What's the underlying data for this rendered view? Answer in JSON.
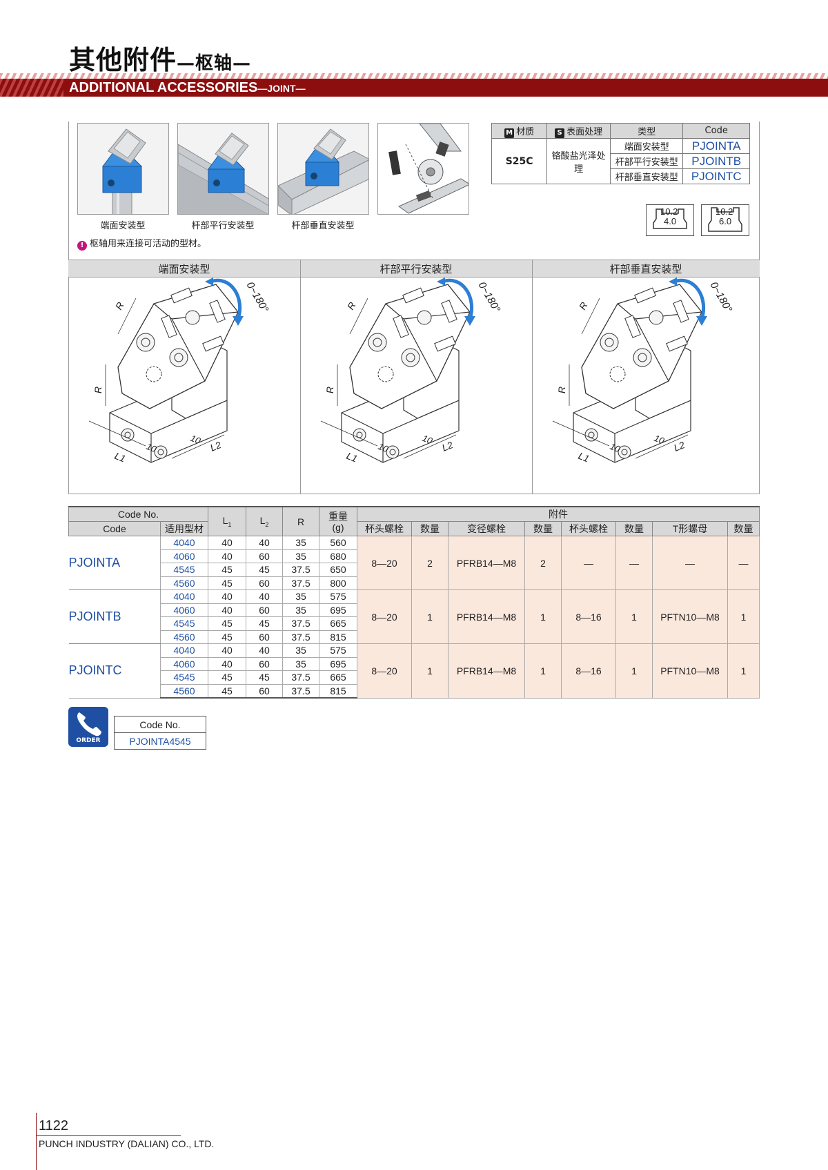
{
  "header": {
    "title_cn": "其他附件",
    "title_cn_sub": "—枢轴—",
    "title_en": "ADDITIONAL ACCESSORIES",
    "title_en_sub": "—JOINT—"
  },
  "photos": [
    {
      "caption": "端面安装型"
    },
    {
      "caption": "杆部平行安装型"
    },
    {
      "caption": "杆部垂直安装型"
    },
    {
      "caption": ""
    }
  ],
  "note": "枢轴用来连接可活动的型材。",
  "note_icon": "!",
  "spec": {
    "h_material": "材质",
    "h_material_badge": "M",
    "h_surface": "表面处理",
    "h_surface_badge": "S",
    "h_type": "类型",
    "h_code": "Code",
    "material": "S25C",
    "surface": "铬酸盐光泽处理",
    "rows": [
      {
        "type": "端面安装型",
        "code": "PJOINTA"
      },
      {
        "type": "杆部平行安装型",
        "code": "PJOINTB"
      },
      {
        "type": "杆部垂直安装型",
        "code": "PJOINTC"
      }
    ]
  },
  "slots": [
    {
      "top": "10.2",
      "bottom": "4.0"
    },
    {
      "top": "10.2",
      "bottom": "6.0"
    }
  ],
  "diagrams": {
    "headers": [
      "端面安装型",
      "杆部平行安装型",
      "杆部垂直安装型"
    ],
    "rotation_label": "0~180°",
    "dim_R": "R",
    "dim_L1": "L1",
    "dim_L2": "L2",
    "dim_10": "10"
  },
  "table": {
    "h_codeno": "Code No.",
    "h_code": "Code",
    "h_profile": "适用型材",
    "h_l1": "L1",
    "h_l2": "L2",
    "h_r": "R",
    "h_weight": "重量",
    "h_weight_unit": "(g)",
    "h_accessories": "附件",
    "h_acc": [
      "杯头螺栓",
      "数量",
      "变径螺栓",
      "数量",
      "杯头螺栓",
      "数量",
      "T形螺母",
      "数量"
    ],
    "groups": [
      {
        "code": "PJOINTA",
        "rows": [
          {
            "profile": "4040",
            "l1": "40",
            "l2": "40",
            "r": "35",
            "w": "560"
          },
          {
            "profile": "4060",
            "l1": "40",
            "l2": "60",
            "r": "35",
            "w": "680"
          },
          {
            "profile": "4545",
            "l1": "45",
            "l2": "45",
            "r": "37.5",
            "w": "650"
          },
          {
            "profile": "4560",
            "l1": "45",
            "l2": "60",
            "r": "37.5",
            "w": "800"
          }
        ],
        "acc": [
          "8—20",
          "2",
          "PFRB14—M8",
          "2",
          "—",
          "—",
          "—",
          "—"
        ]
      },
      {
        "code": "PJOINTB",
        "rows": [
          {
            "profile": "4040",
            "l1": "40",
            "l2": "40",
            "r": "35",
            "w": "575"
          },
          {
            "profile": "4060",
            "l1": "40",
            "l2": "60",
            "r": "35",
            "w": "695"
          },
          {
            "profile": "4545",
            "l1": "45",
            "l2": "45",
            "r": "37.5",
            "w": "665"
          },
          {
            "profile": "4560",
            "l1": "45",
            "l2": "60",
            "r": "37.5",
            "w": "815"
          }
        ],
        "acc": [
          "8—20",
          "1",
          "PFRB14—M8",
          "1",
          "8—16",
          "1",
          "PFTN10—M8",
          "1"
        ]
      },
      {
        "code": "PJOINTC",
        "rows": [
          {
            "profile": "4040",
            "l1": "40",
            "l2": "40",
            "r": "35",
            "w": "575"
          },
          {
            "profile": "4060",
            "l1": "40",
            "l2": "60",
            "r": "35",
            "w": "695"
          },
          {
            "profile": "4545",
            "l1": "45",
            "l2": "45",
            "r": "37.5",
            "w": "665"
          },
          {
            "profile": "4560",
            "l1": "45",
            "l2": "60",
            "r": "37.5",
            "w": "815"
          }
        ],
        "acc": [
          "8—20",
          "1",
          "PFRB14—M8",
          "1",
          "8—16",
          "1",
          "PFTN10—M8",
          "1"
        ]
      }
    ]
  },
  "order": {
    "icon": "phone-order-icon",
    "label": "ORDER",
    "h_codeno": "Code No.",
    "example": "PJOINTA4545"
  },
  "footer": {
    "page": "1122",
    "company": "PUNCH INDUSTRY (DALIAN) CO., LTD."
  },
  "colors": {
    "brand_red": "#8c0e0f",
    "code_blue": "#1e4fa3",
    "part_blue": "#2b7fd4",
    "accessory_bg": "#fbe8dd"
  }
}
